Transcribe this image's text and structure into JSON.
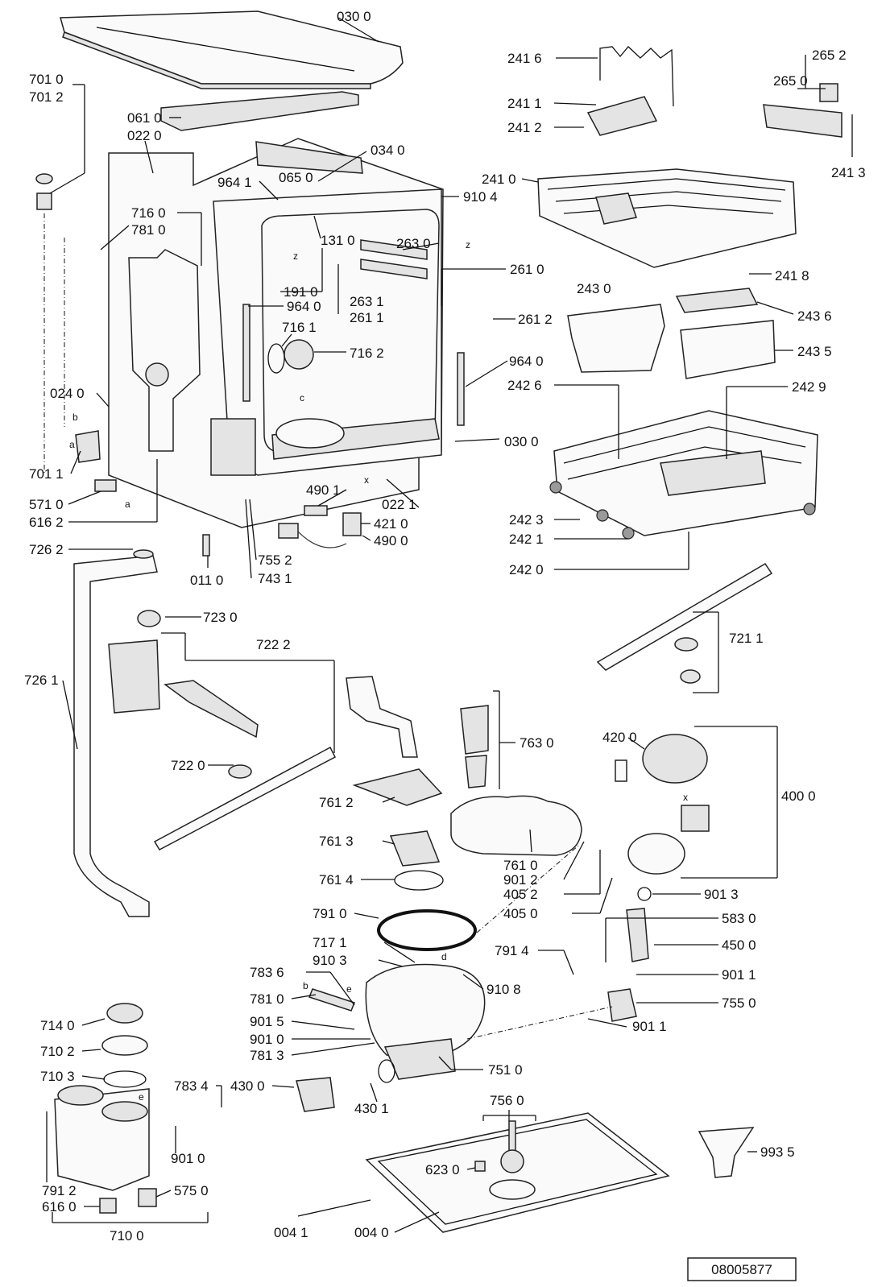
{
  "diagram": {
    "drawing_number": "08005877",
    "part_labels": [
      "030 0",
      "265 2",
      "241 6",
      "701 0",
      "701 2",
      "265 0",
      "241 1",
      "061 0",
      "241 2",
      "022 0",
      "034 0",
      "065 0",
      "241 3",
      "241 0",
      "964 1",
      "910 4",
      "716 0",
      "781 0",
      "131 0",
      "263 0",
      "261 0",
      "241 8",
      "191 0",
      "263 1",
      "964 0",
      "243 0",
      "261 1",
      "261 2",
      "243 6",
      "716 1",
      "716 2",
      "243 5",
      "964 0",
      "242 6",
      "242 9",
      "024 0",
      "030 0",
      "701 1",
      "490 1",
      "571 0",
      "022 1",
      "616 2",
      "421 0",
      "242 3",
      "242 1",
      "490 0",
      "726 2",
      "755 2",
      "011 0",
      "743 1",
      "242 0",
      "723 0",
      "721 1",
      "722 2",
      "726 1",
      "763 0",
      "420 0",
      "722 0",
      "400 0",
      "761 2",
      "761 3",
      "761 0",
      "901 2",
      "405 2",
      "761 4",
      "405 0",
      "901 3",
      "791 0",
      "583 0",
      "717 1",
      "450 0",
      "791 4",
      "910 3",
      "783 6",
      "910 8",
      "901 1",
      "781 0",
      "755 0",
      "901 5",
      "901 1",
      "901 0",
      "781 3",
      "714 0",
      "710 2",
      "751 0",
      "710 3",
      "783 4",
      "430 0",
      "430 1",
      "756 0",
      "901 0",
      "575 0",
      "623 0",
      "993 5",
      "791 2",
      "616 0",
      "004 1",
      "004 0",
      "710 0"
    ],
    "connection_letters": [
      "z",
      "z",
      "c",
      "x",
      "b",
      "a",
      "a",
      "x",
      "e",
      "b",
      "d",
      "e"
    ]
  }
}
